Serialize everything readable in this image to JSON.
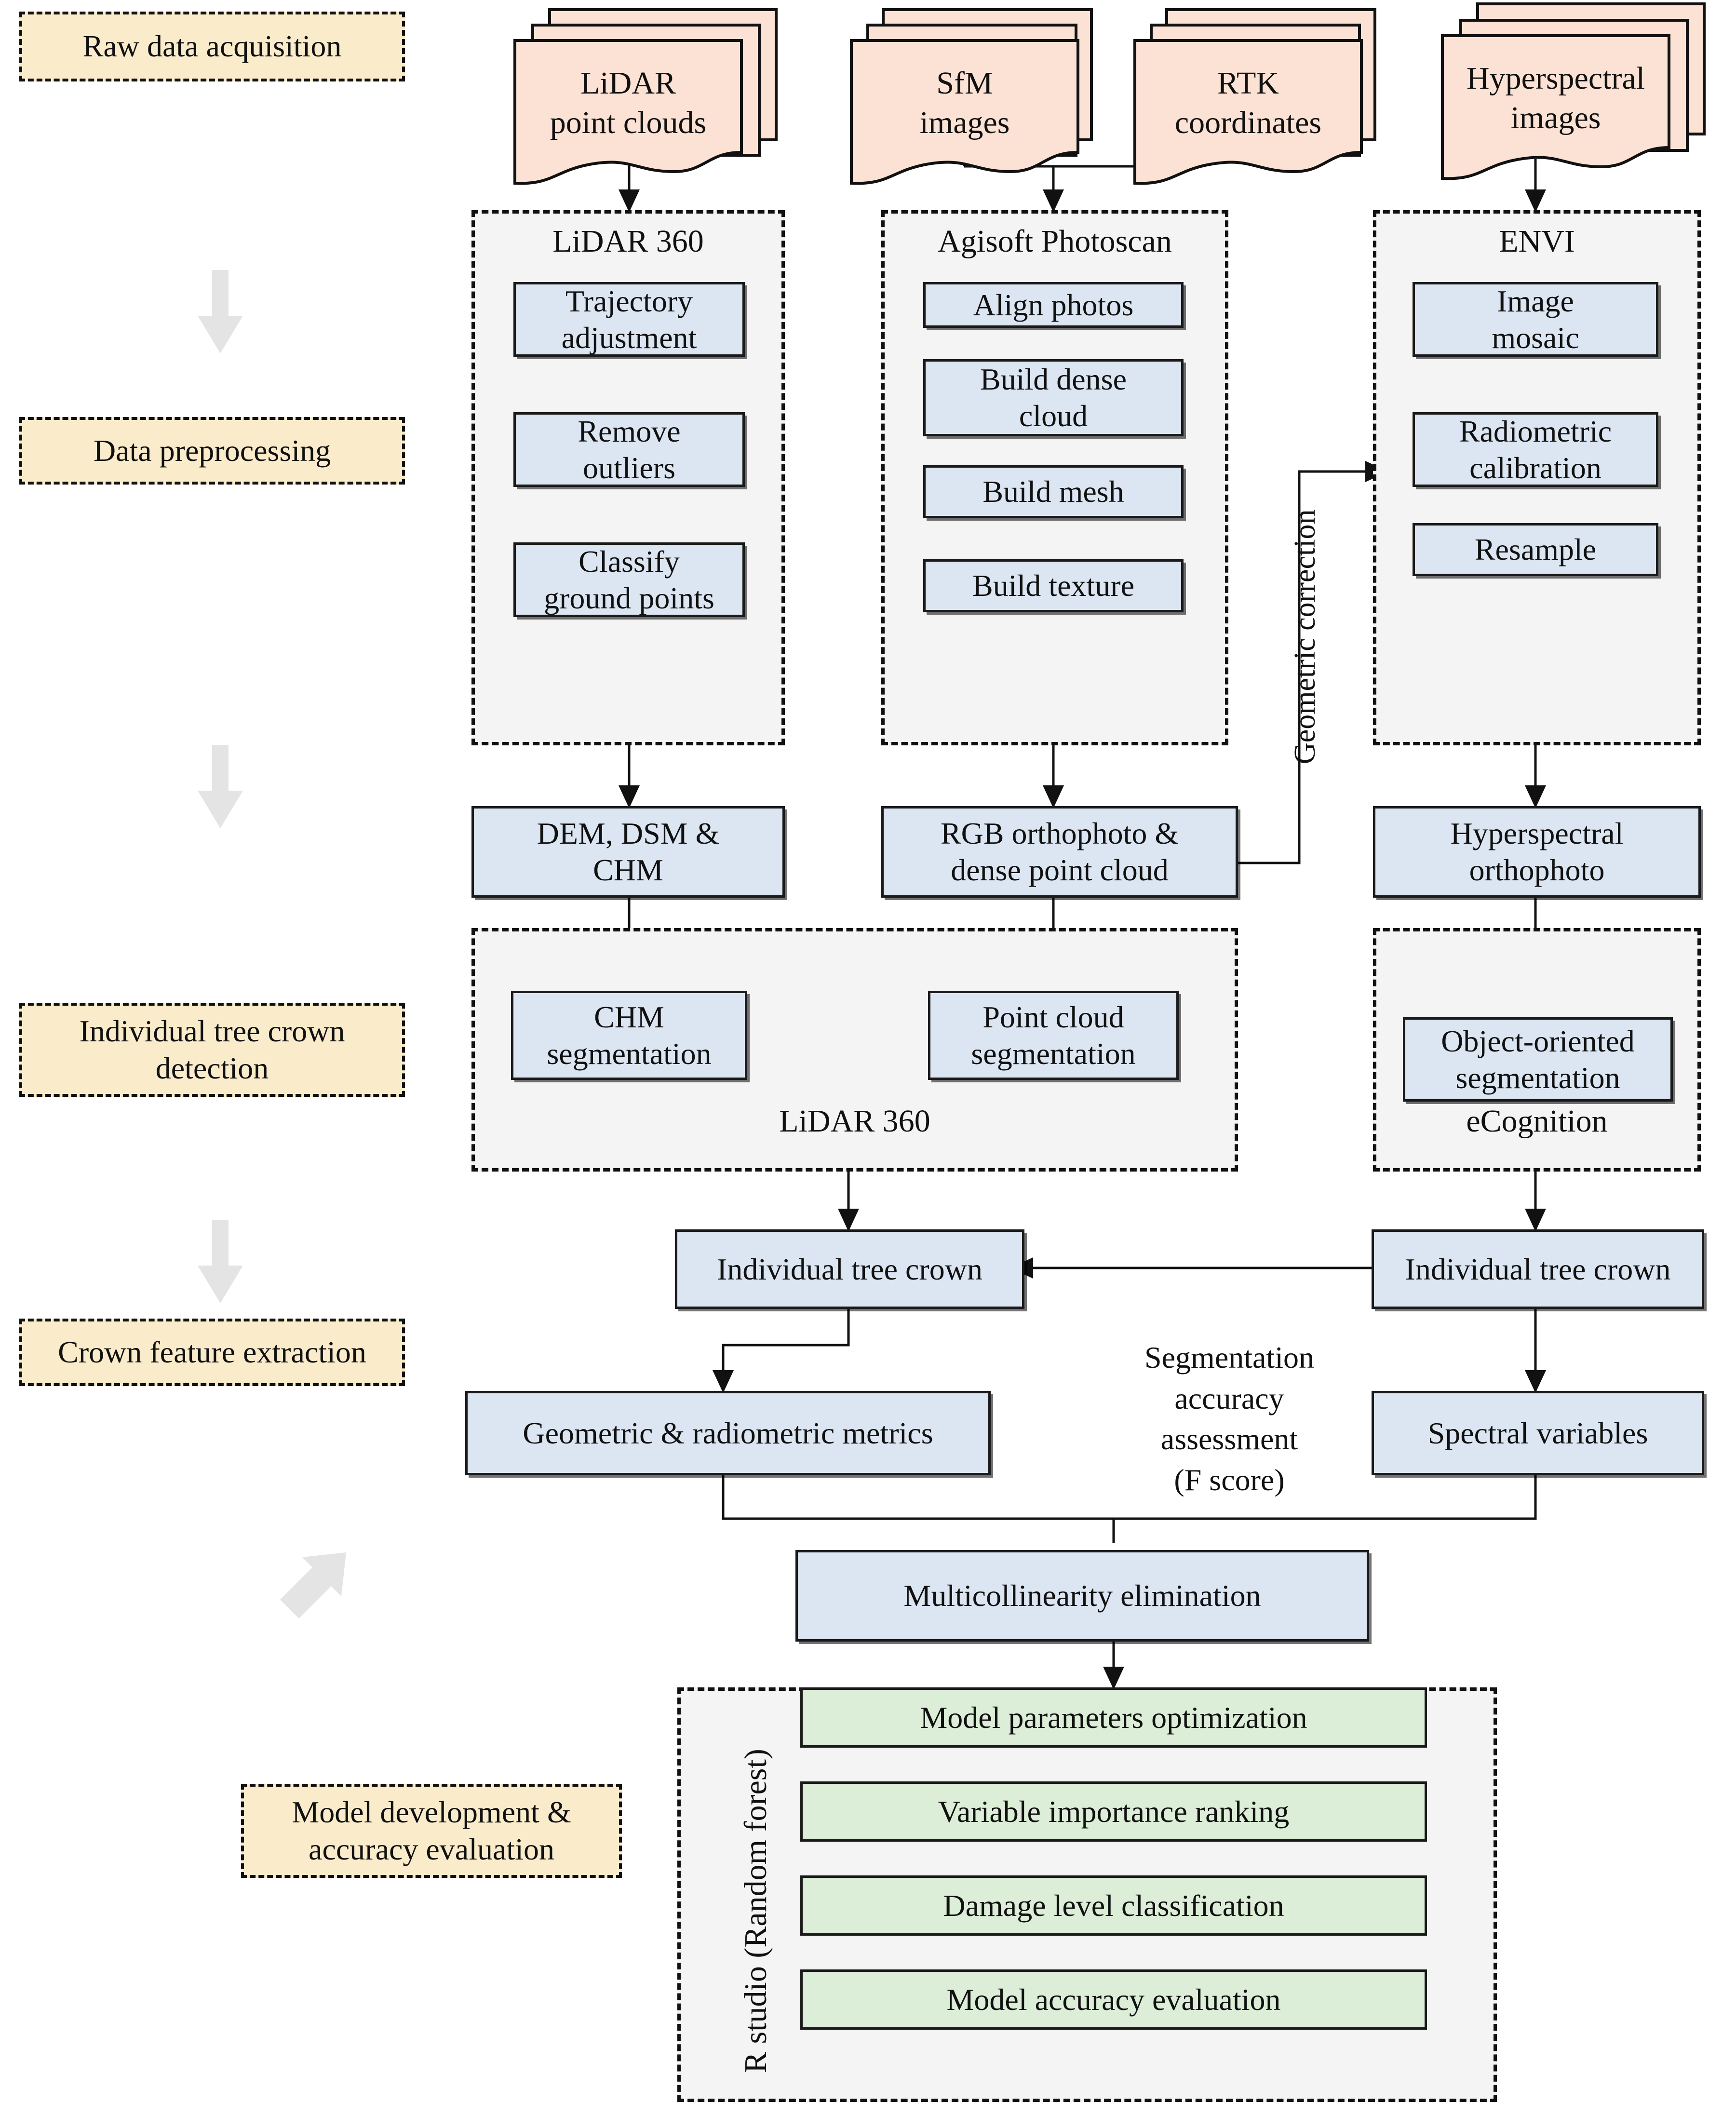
{
  "diagram": {
    "title": "UAV multi-sensor individual tree crown damage assessment workflow",
    "colors": {
      "process_blue": "#dce6f2",
      "model_green": "#dcedd8",
      "stage_yellow": "#faeccb",
      "data_pink": "#fbe2d5",
      "group_gray": "#f4f4f4",
      "stroke": "#1a1a1a",
      "stage_arrow_gray": "#e6e6e6"
    }
  },
  "stage_labels": [
    {
      "id": "raw-data-acquisition",
      "text": "Raw data acquisition"
    },
    {
      "id": "data-preprocessing",
      "text": "Data preprocessing"
    },
    {
      "id": "individual-tree-crown-detection",
      "text": "Individual tree crown\ndetection"
    },
    {
      "id": "crown-feature-extraction",
      "text": "Crown feature extraction"
    },
    {
      "id": "model-development-accuracy-evaluation",
      "text": "Model development &\naccuracy evaluation"
    }
  ],
  "data_sources": [
    {
      "id": "lidar-point-clouds",
      "text": "LiDAR\npoint clouds"
    },
    {
      "id": "sfm-images",
      "text": "SfM\nimages"
    },
    {
      "id": "rtk-coordinates",
      "text": "RTK\ncoordinates"
    },
    {
      "id": "hyperspectral-images",
      "text": "Hyperspectral\nimages"
    }
  ],
  "software_groups": [
    {
      "id": "lidar-360-preprocessing",
      "title": "LiDAR 360",
      "title_position": "top"
    },
    {
      "id": "agisoft-photoscan",
      "title": "Agisoft Photoscan",
      "title_position": "top"
    },
    {
      "id": "envi",
      "title": "ENVI",
      "title_position": "top"
    },
    {
      "id": "lidar-360-segmentation",
      "title": "LiDAR 360",
      "title_position": "bottom"
    },
    {
      "id": "ecognition",
      "title": "eCognition",
      "title_position": "bottom"
    },
    {
      "id": "r-studio-random-forest",
      "title": "R studio (Random forest)",
      "title_position": "left-rotated"
    }
  ],
  "lidar_steps": [
    {
      "id": "trajectory-adjustment",
      "text": "Trajectory\nadjustment"
    },
    {
      "id": "remove-outliers",
      "text": "Remove\noutliers"
    },
    {
      "id": "classify-ground-points",
      "text": "Classify\nground points"
    }
  ],
  "agisoft_steps": [
    {
      "id": "align-photos",
      "text": "Align photos"
    },
    {
      "id": "build-dense-cloud",
      "text": "Build dense\ncloud"
    },
    {
      "id": "build-mesh",
      "text": "Build mesh"
    },
    {
      "id": "build-texture",
      "text": "Build texture"
    }
  ],
  "envi_steps": [
    {
      "id": "image-mosaic",
      "text": "Image\nmosaic"
    },
    {
      "id": "radiometric-calibration",
      "text": "Radiometric\ncalibration"
    },
    {
      "id": "resample",
      "text": "Resample"
    }
  ],
  "products": [
    {
      "id": "dem-dsm-chm",
      "text": "DEM, DSM &\nCHM"
    },
    {
      "id": "rgb-orthophoto-dense-point-cloud",
      "text": "RGB orthophoto &\ndense point cloud"
    },
    {
      "id": "hyperspectral-orthophoto",
      "text": "Hyperspectral\northophoto"
    }
  ],
  "segmentation_steps": [
    {
      "id": "chm-segmentation",
      "text": "CHM\nsegmentation"
    },
    {
      "id": "point-cloud-segmentation",
      "text": "Point cloud\nsegmentation"
    },
    {
      "id": "object-oriented-segmentation",
      "text": "Object-oriented\nsegmentation"
    }
  ],
  "crowns": [
    {
      "id": "individual-tree-crown-left",
      "text": "Individual tree crown"
    },
    {
      "id": "individual-tree-crown-right",
      "text": "Individual tree crown"
    }
  ],
  "features": [
    {
      "id": "geometric-radiometric-metrics",
      "text": "Geometric & radiometric metrics"
    },
    {
      "id": "spectral-variables",
      "text": "Spectral variables"
    }
  ],
  "multicollinearity": {
    "id": "multicollinearity-elimination",
    "text": "Multicollinearity elimination"
  },
  "model_steps": [
    {
      "id": "model-parameters-optimization",
      "text": "Model parameters optimization"
    },
    {
      "id": "variable-importance-ranking",
      "text": "Variable importance ranking"
    },
    {
      "id": "damage-level-classification",
      "text": "Damage level classification"
    },
    {
      "id": "model-accuracy-evaluation",
      "text": "Model accuracy evaluation"
    }
  ],
  "edge_labels": [
    {
      "id": "geometric-correction",
      "text": "Geometric correction",
      "orientation": "vertical"
    },
    {
      "id": "segmentation-accuracy-assessment",
      "text": "Segmentation\naccuracy\nassessment\n(F score)",
      "orientation": "horizontal"
    }
  ]
}
